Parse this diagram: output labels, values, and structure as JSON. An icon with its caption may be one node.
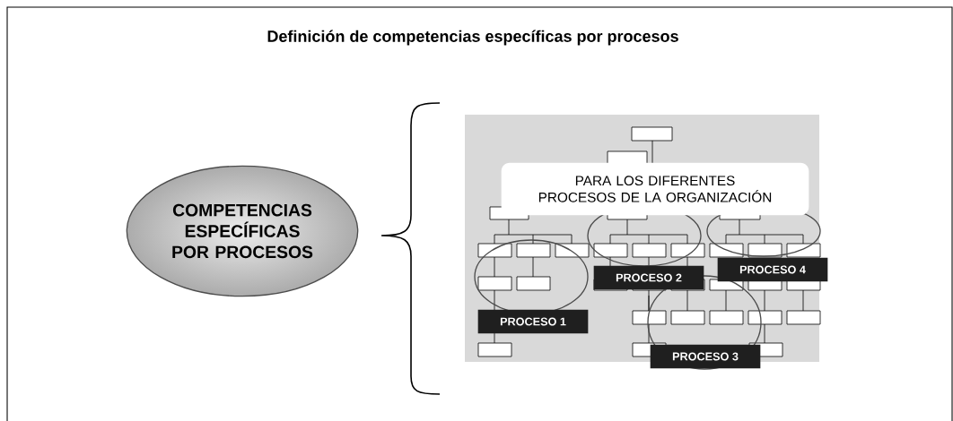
{
  "diagram": {
    "title": "Definición de competencias específicas por procesos",
    "nodes": [
      {
        "text": [
          "COMPETENCIAS ESPECÍFICAS POR PROCESOS"
        ]
      },
      {
        "text": [
          "PARA LOS DIFERENTES PROCESOS DE LA ORGANIZACIÓN"
        ]
      },
      {
        "text": [
          "PROCESO 1"
        ]
      },
      {
        "text": [
          "PROCESO 2"
        ]
      },
      {
        "text": [
          "PROCESO 3"
        ]
      },
      {
        "text": [
          "PROCESO 4"
        ]
      }
    ]
  }
}
